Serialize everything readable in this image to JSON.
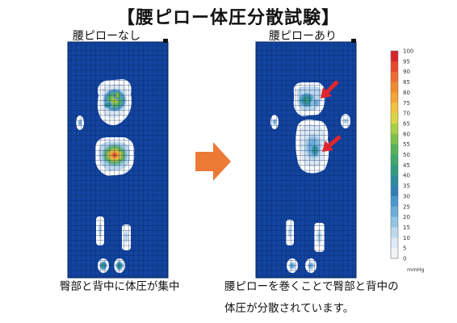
{
  "title": "【腰ピロー体圧分散試験】",
  "panels": [
    {
      "label": "腰ピローなし",
      "caption": [
        "臀部と背中に体圧が集中"
      ]
    },
    {
      "label": "腰ピローあり",
      "caption": [
        "腰ピローを巻くことで臀部と背中の",
        "体圧が分散されています。"
      ]
    }
  ],
  "chart_data": {
    "type": "heatmap",
    "panel_titles": [
      "腰ピローなし",
      "腰ピローあり"
    ],
    "colorbar": {
      "unit": "mmHg",
      "ticks": [
        100,
        95,
        90,
        85,
        80,
        75,
        70,
        65,
        60,
        55,
        50,
        45,
        40,
        35,
        30,
        25,
        20,
        15,
        10,
        5,
        0
      ],
      "colors": [
        "#d6242a",
        "#e8452b",
        "#ef6a2e",
        "#f2892f",
        "#f3a437",
        "#f2c23f",
        "#d8d643",
        "#a9cf45",
        "#7dc04a",
        "#55b15a",
        "#3ea86a",
        "#2f9c82",
        "#2c8c9c",
        "#2f7fb4",
        "#4a97cf",
        "#6cadd9",
        "#93c4e4",
        "#bcd9ee",
        "#dde9f4",
        "#f0f4f8"
      ]
    },
    "background_color": "#1244a0"
  },
  "colors": {
    "arrow": "#ec7a35",
    "pointer": "#e0262c"
  }
}
